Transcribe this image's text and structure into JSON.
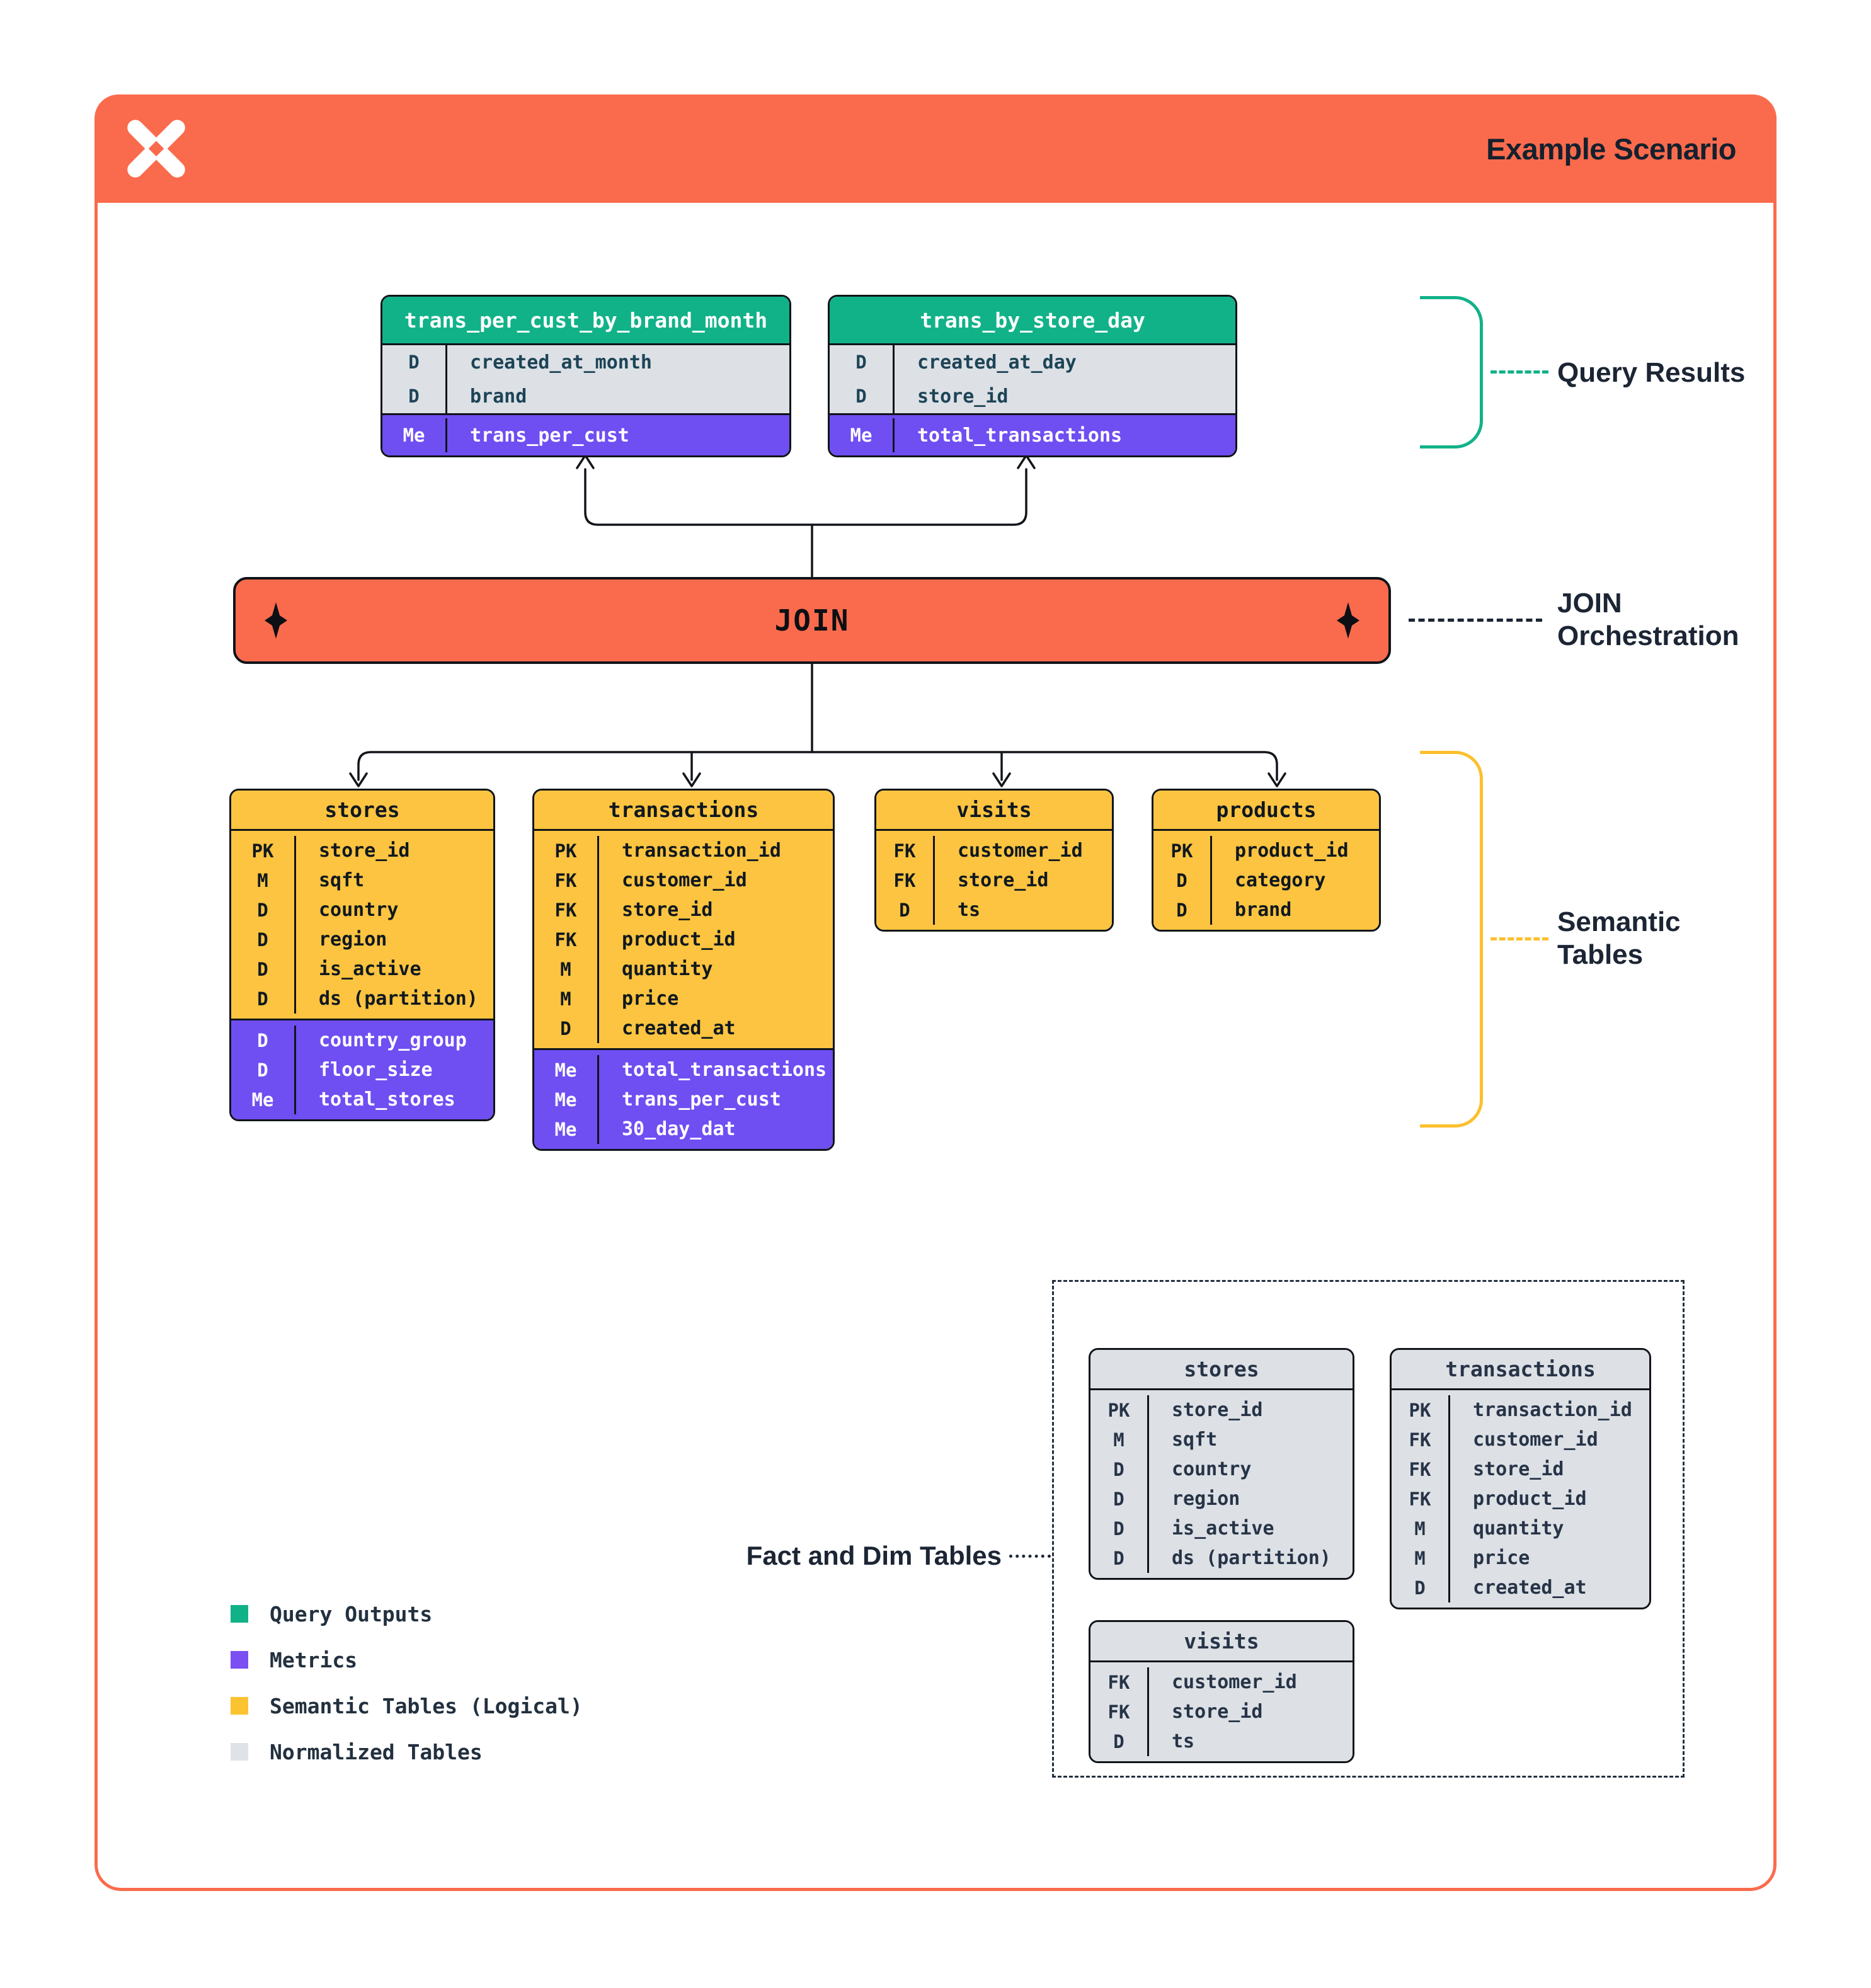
{
  "header": {
    "title": "Example Scenario"
  },
  "join_bar": {
    "label": "JOIN"
  },
  "labels": {
    "query_results": "Query Results",
    "join_orchestration": "JOIN Orchestration",
    "semantic_tables": "Semantic Tables",
    "fact_dim": "Fact and Dim Tables"
  },
  "query_results_tables": [
    {
      "title": "trans_per_cust_by_brand_month",
      "sections": [
        {
          "style": "gray",
          "rows": [
            [
              "D",
              "created_at_month"
            ],
            [
              "D",
              "brand"
            ]
          ]
        },
        {
          "style": "purple",
          "rows": [
            [
              "Me",
              "trans_per_cust"
            ]
          ]
        }
      ]
    },
    {
      "title": "trans_by_store_day",
      "sections": [
        {
          "style": "gray",
          "rows": [
            [
              "D",
              "created_at_day"
            ],
            [
              "D",
              "store_id"
            ]
          ]
        },
        {
          "style": "purple",
          "rows": [
            [
              "Me",
              "total_transactions"
            ]
          ]
        }
      ]
    }
  ],
  "semantic_tables": [
    {
      "title": "stores",
      "sections": [
        {
          "style": "yellow",
          "rows": [
            [
              "PK",
              "store_id"
            ],
            [
              "M",
              "sqft"
            ],
            [
              "D",
              "country"
            ],
            [
              "D",
              "region"
            ],
            [
              "D",
              "is_active"
            ],
            [
              "D",
              "ds (partition)"
            ]
          ]
        },
        {
          "style": "purple",
          "rows": [
            [
              "D",
              "country_group"
            ],
            [
              "D",
              "floor_size"
            ],
            [
              "Me",
              "total_stores"
            ]
          ]
        }
      ]
    },
    {
      "title": "transactions",
      "sections": [
        {
          "style": "yellow",
          "rows": [
            [
              "PK",
              "transaction_id"
            ],
            [
              "FK",
              "customer_id"
            ],
            [
              "FK",
              "store_id"
            ],
            [
              "FK",
              "product_id"
            ],
            [
              "M",
              "quantity"
            ],
            [
              "M",
              "price"
            ],
            [
              "D",
              "created_at"
            ]
          ]
        },
        {
          "style": "purple",
          "rows": [
            [
              "Me",
              "total_transactions"
            ],
            [
              "Me",
              "trans_per_cust"
            ],
            [
              "Me",
              "30_day_dat"
            ]
          ]
        }
      ]
    },
    {
      "title": "visits",
      "sections": [
        {
          "style": "yellow",
          "rows": [
            [
              "FK",
              "customer_id"
            ],
            [
              "FK",
              "store_id"
            ],
            [
              "D",
              "ts"
            ]
          ]
        }
      ]
    },
    {
      "title": "products",
      "sections": [
        {
          "style": "yellow",
          "rows": [
            [
              "PK",
              "product_id"
            ],
            [
              "D",
              "category"
            ],
            [
              "D",
              "brand"
            ]
          ]
        }
      ]
    }
  ],
  "normalized_tables": [
    {
      "title": "stores",
      "sections": [
        {
          "style": "graynorm",
          "rows": [
            [
              "PK",
              "store_id"
            ],
            [
              "M",
              "sqft"
            ],
            [
              "D",
              "country"
            ],
            [
              "D",
              "region"
            ],
            [
              "D",
              "is_active"
            ],
            [
              "D",
              "ds (partition)"
            ]
          ]
        }
      ]
    },
    {
      "title": "transactions",
      "sections": [
        {
          "style": "graynorm",
          "rows": [
            [
              "PK",
              "transaction_id"
            ],
            [
              "FK",
              "customer_id"
            ],
            [
              "FK",
              "store_id"
            ],
            [
              "FK",
              "product_id"
            ],
            [
              "M",
              "quantity"
            ],
            [
              "M",
              "price"
            ],
            [
              "D",
              "created_at"
            ]
          ]
        }
      ]
    },
    {
      "title": "visits",
      "sections": [
        {
          "style": "graynorm",
          "rows": [
            [
              "FK",
              "customer_id"
            ],
            [
              "FK",
              "store_id"
            ],
            [
              "D",
              "ts"
            ]
          ]
        }
      ]
    }
  ],
  "legend": [
    {
      "label": "Query Outputs",
      "color": "#12b289"
    },
    {
      "label": "Metrics",
      "color": "#7b4ff2"
    },
    {
      "label": "Semantic Tables (Logical)",
      "color": "#fcc331"
    },
    {
      "label": "Normalized Tables",
      "color": "#dfe2e6"
    }
  ],
  "colors": {
    "accent_orange": "#fa6b4d",
    "green": "#12b289",
    "purple": "#6f4ef2",
    "yellow": "#fcc440",
    "gray_row": "#dde1e6",
    "dark_text": "#1c2534"
  }
}
